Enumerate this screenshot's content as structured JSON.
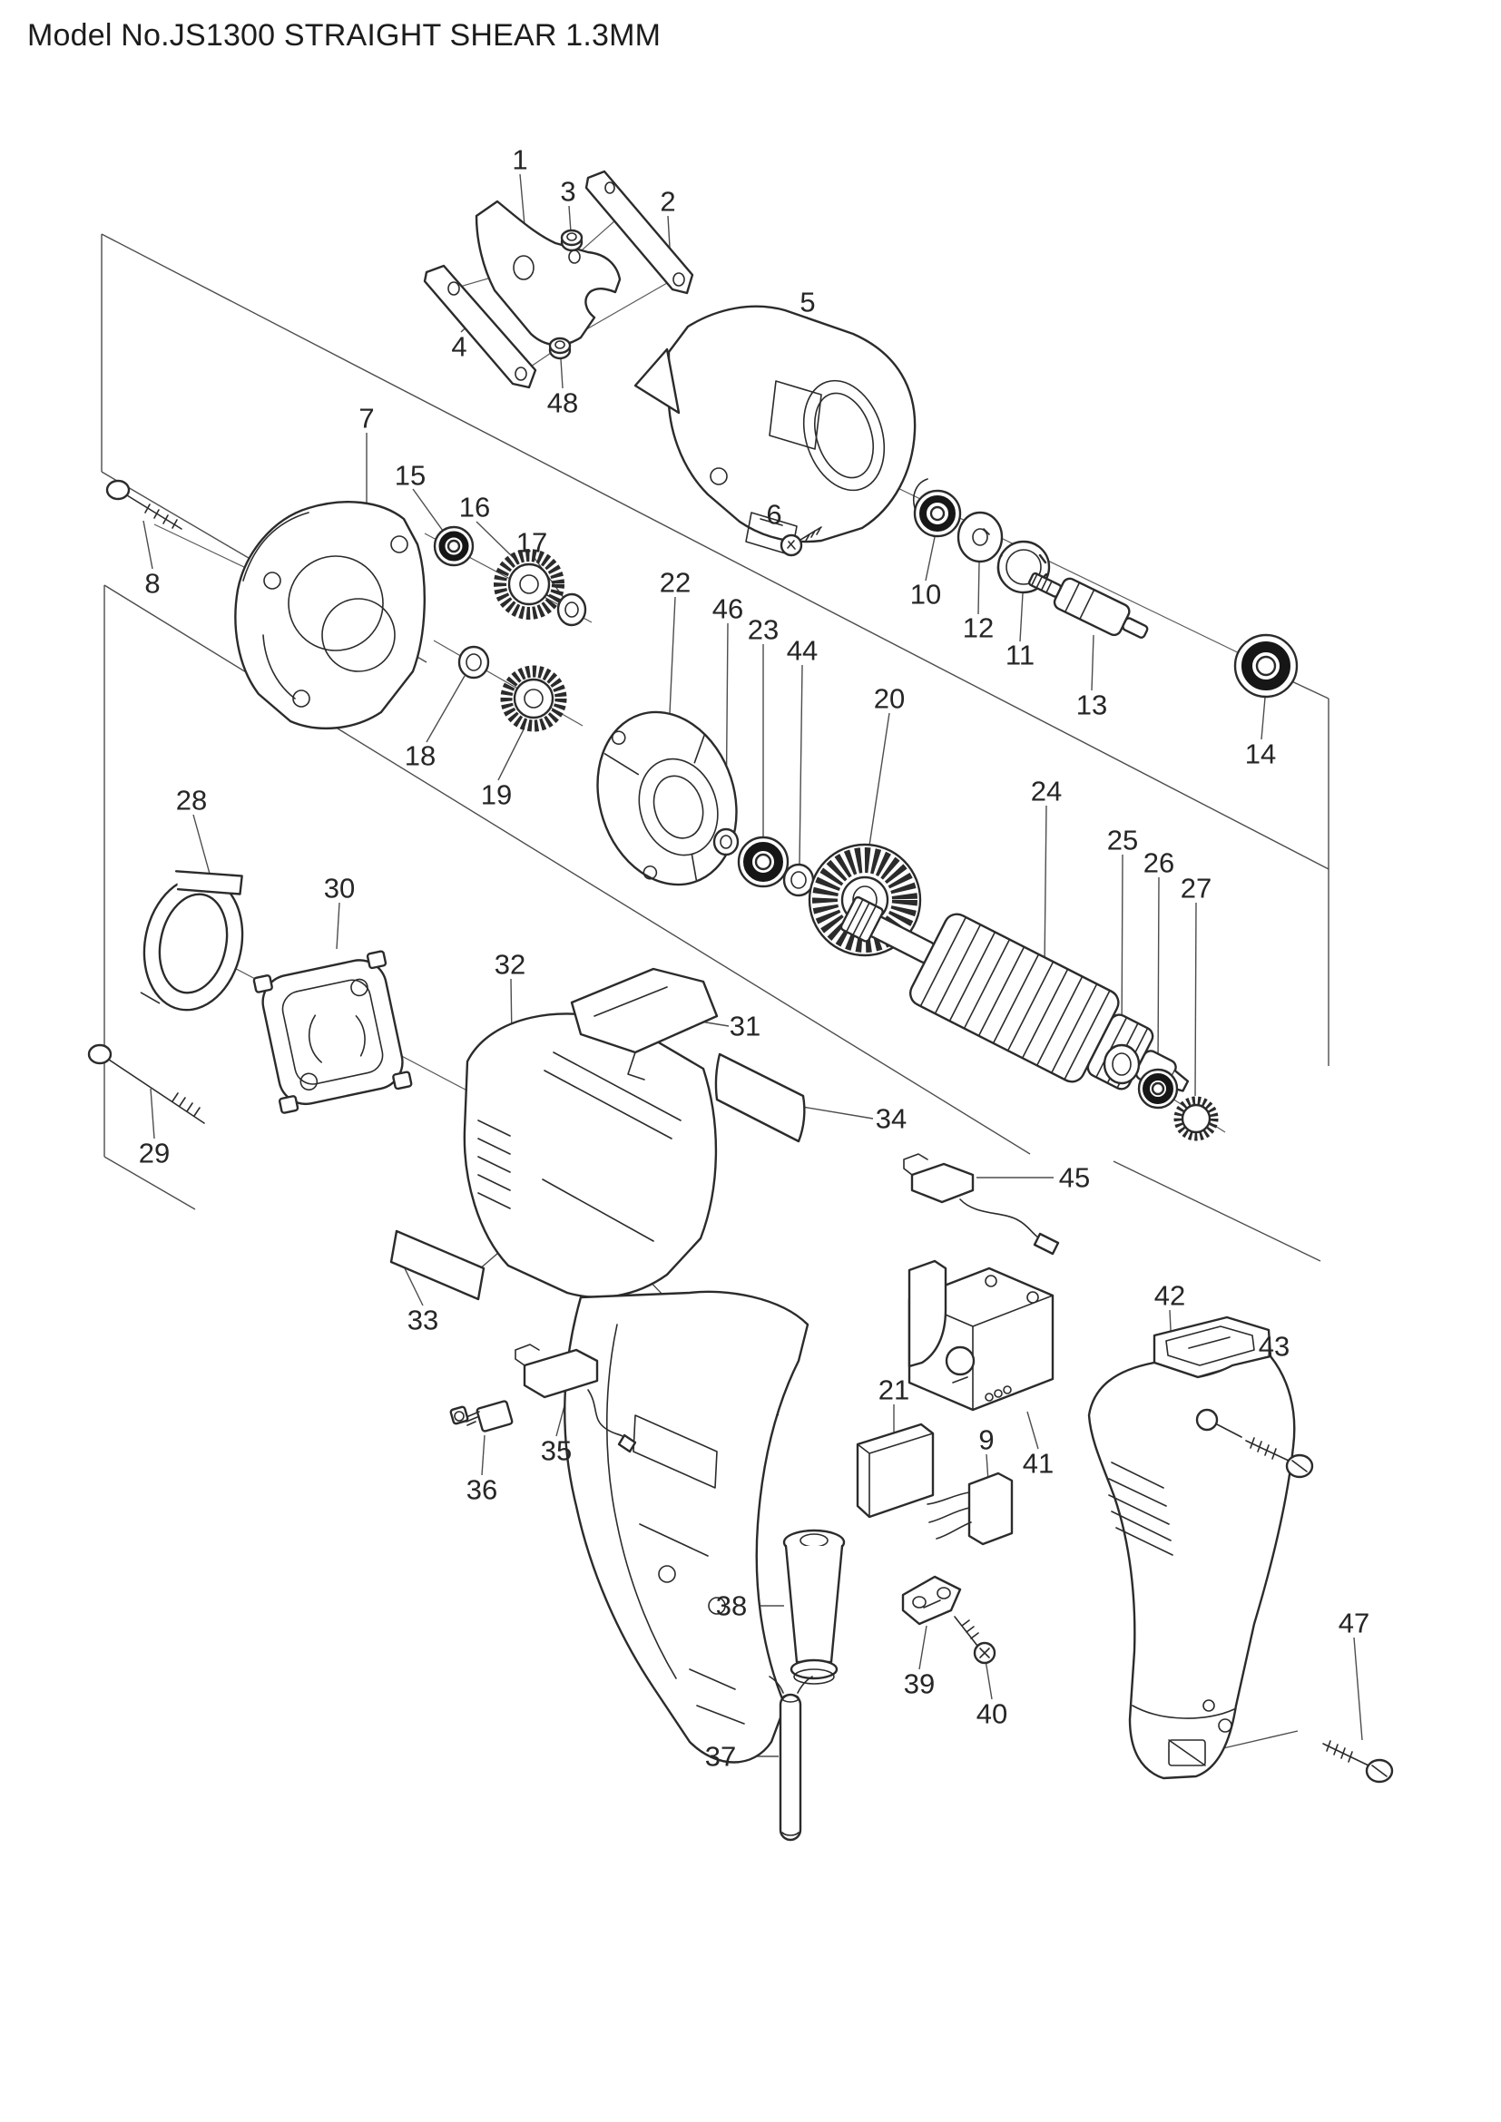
{
  "title": "Model No.JS1300 STRAIGHT SHEAR 1.3MM",
  "model_no": "JS1300",
  "tool_name": "STRAIGHT SHEAR 1.3MM",
  "diagram_type": "exploded parts diagram",
  "colors": {
    "background": "#ffffff",
    "line_art": "#2b2b2b",
    "frame_lines": "#4d4d4d",
    "label_text": "#262626",
    "title_text": "#1c1c1c"
  },
  "parts": [
    {
      "n": "1"
    },
    {
      "n": "2"
    },
    {
      "n": "3"
    },
    {
      "n": "4"
    },
    {
      "n": "5"
    },
    {
      "n": "6"
    },
    {
      "n": "7"
    },
    {
      "n": "8"
    },
    {
      "n": "9"
    },
    {
      "n": "10"
    },
    {
      "n": "11"
    },
    {
      "n": "12"
    },
    {
      "n": "13"
    },
    {
      "n": "14"
    },
    {
      "n": "15"
    },
    {
      "n": "16"
    },
    {
      "n": "17"
    },
    {
      "n": "18"
    },
    {
      "n": "19"
    },
    {
      "n": "20"
    },
    {
      "n": "21"
    },
    {
      "n": "22"
    },
    {
      "n": "23"
    },
    {
      "n": "24"
    },
    {
      "n": "25"
    },
    {
      "n": "26"
    },
    {
      "n": "27"
    },
    {
      "n": "28"
    },
    {
      "n": "29"
    },
    {
      "n": "30"
    },
    {
      "n": "31"
    },
    {
      "n": "32"
    },
    {
      "n": "33"
    },
    {
      "n": "34"
    },
    {
      "n": "35"
    },
    {
      "n": "36"
    },
    {
      "n": "37"
    },
    {
      "n": "38"
    },
    {
      "n": "39"
    },
    {
      "n": "40"
    },
    {
      "n": "41"
    },
    {
      "n": "42"
    },
    {
      "n": "43"
    },
    {
      "n": "44"
    },
    {
      "n": "45"
    },
    {
      "n": "46"
    },
    {
      "n": "47"
    },
    {
      "n": "48"
    }
  ]
}
